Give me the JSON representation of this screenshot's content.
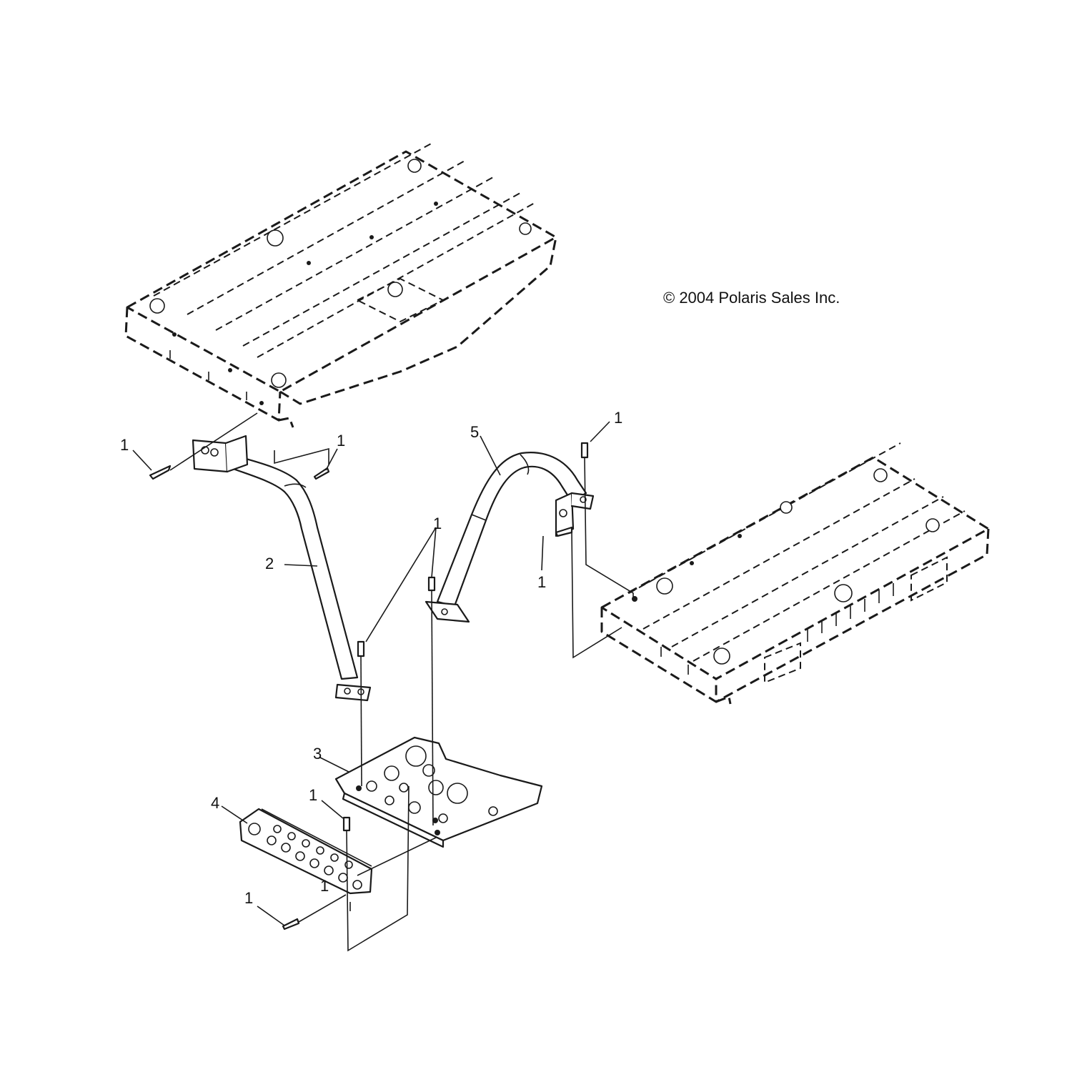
{
  "copyright": "© 2004 Polaris Sales Inc.",
  "callouts": {
    "bolt_upper_left": "1",
    "bolt_upper_right": "1",
    "bolt_center_pair": "1",
    "bolt_right_top": "1",
    "bolt_right_lower": "1",
    "bolt_lower_center": "1",
    "bolt_lower_left": "1",
    "bolt_lower_mid": "1",
    "front_brace": "2",
    "skid_plate": "3",
    "step_plate": "4",
    "rear_brace": "5"
  }
}
